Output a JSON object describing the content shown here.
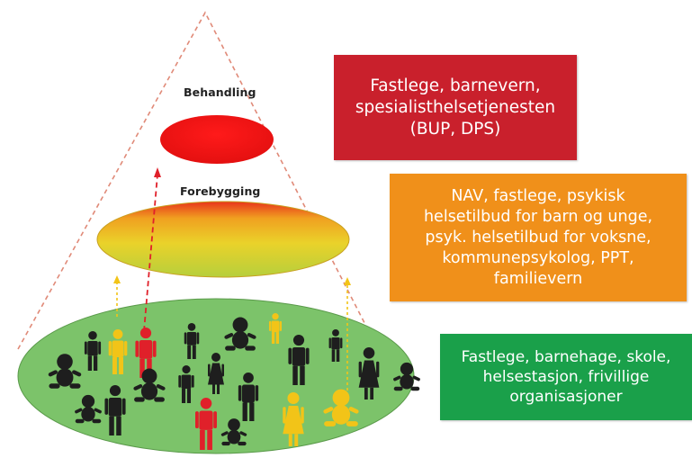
{
  "pyramid": {
    "top_label": "Behandling",
    "middle_label": "Forebygging"
  },
  "boxes": {
    "treatment": {
      "lines": [
        "Fastlege, barnevern,",
        "spesialisthelsetjenesten",
        "(BUP, DPS)"
      ],
      "color": "#c9202c"
    },
    "prevention": {
      "lines": [
        "NAV, fastlege, psykisk",
        "helsetilbud for barn og unge,",
        "psyk. helsetilbud for voksne,",
        "kommunepsykolog, PPT,",
        "familievern"
      ],
      "color": "#f0901a"
    },
    "base": {
      "lines": [
        "Fastlege, barnehage, skole,",
        "helsestasjon, frivillige",
        "organisasjoner"
      ],
      "color": "#1aa04a"
    }
  },
  "colors": {
    "figure_default": "#1e1e1e",
    "figure_highlight_yellow": "#f2c418",
    "figure_highlight_red": "#e0202a",
    "pyramid_outline": "#e08a78",
    "base_ellipse": "#7cc36a",
    "arrow_red": "#e0202a",
    "arrow_yellow": "#f2c418"
  }
}
